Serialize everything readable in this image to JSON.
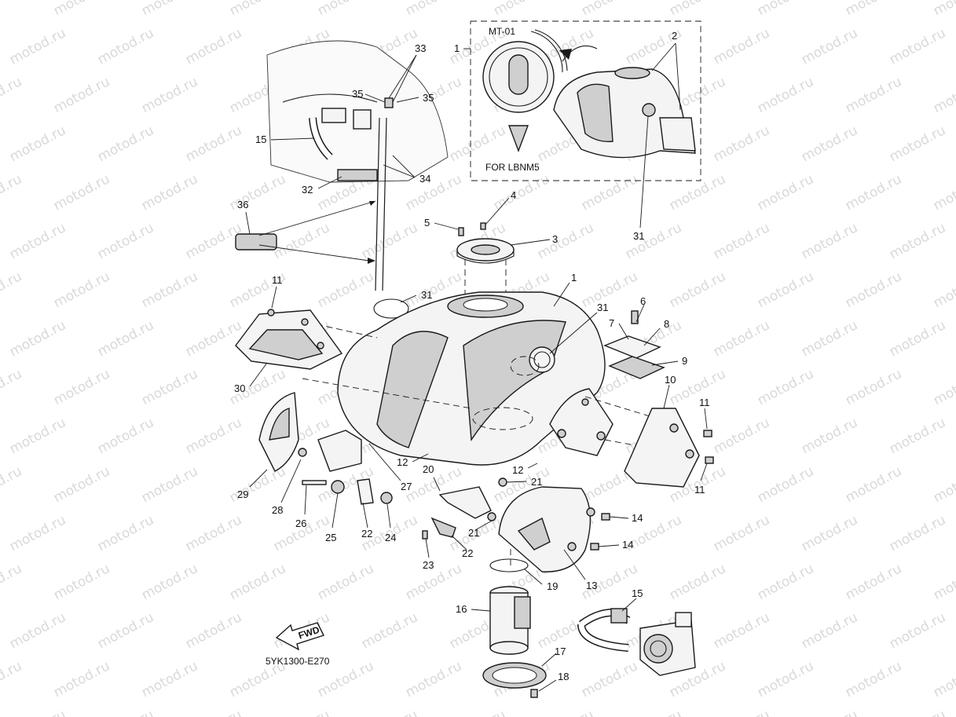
{
  "watermark": {
    "text": "motod.ru",
    "color": "#d9d9d9"
  },
  "diagram_code": "5YK1300-E270",
  "inset_note": "FOR LBNM5",
  "fwd_label": "FWD",
  "inset_emblem_text": "MT-01",
  "callouts": [
    {
      "id": "c1a",
      "text": "1"
    },
    {
      "id": "c2",
      "text": "2"
    },
    {
      "id": "c33",
      "text": "33"
    },
    {
      "id": "c35a",
      "text": "35"
    },
    {
      "id": "c35b",
      "text": "35"
    },
    {
      "id": "c15a",
      "text": "15"
    },
    {
      "id": "c32",
      "text": "32"
    },
    {
      "id": "c34",
      "text": "34"
    },
    {
      "id": "c36",
      "text": "36"
    },
    {
      "id": "c31a",
      "text": "31"
    },
    {
      "id": "c5",
      "text": "5"
    },
    {
      "id": "c4",
      "text": "4"
    },
    {
      "id": "c3",
      "text": "3"
    },
    {
      "id": "c1b",
      "text": "1"
    },
    {
      "id": "c11a",
      "text": "11"
    },
    {
      "id": "c31b",
      "text": "31"
    },
    {
      "id": "c31c",
      "text": "31"
    },
    {
      "id": "c6",
      "text": "6"
    },
    {
      "id": "c7",
      "text": "7"
    },
    {
      "id": "c8",
      "text": "8"
    },
    {
      "id": "c9",
      "text": "9"
    },
    {
      "id": "c30",
      "text": "30"
    },
    {
      "id": "c10",
      "text": "10"
    },
    {
      "id": "c11b",
      "text": "11"
    },
    {
      "id": "c11c",
      "text": "11"
    },
    {
      "id": "c12a",
      "text": "12"
    },
    {
      "id": "c12b",
      "text": "12"
    },
    {
      "id": "c20",
      "text": "20"
    },
    {
      "id": "c21a",
      "text": "21"
    },
    {
      "id": "c27",
      "text": "27"
    },
    {
      "id": "c29",
      "text": "29"
    },
    {
      "id": "c28",
      "text": "28"
    },
    {
      "id": "c26",
      "text": "26"
    },
    {
      "id": "c25",
      "text": "25"
    },
    {
      "id": "c22a",
      "text": "22"
    },
    {
      "id": "c24",
      "text": "24"
    },
    {
      "id": "c21b",
      "text": "21"
    },
    {
      "id": "c22b",
      "text": "22"
    },
    {
      "id": "c23",
      "text": "23"
    },
    {
      "id": "c14a",
      "text": "14"
    },
    {
      "id": "c14b",
      "text": "14"
    },
    {
      "id": "c13",
      "text": "13"
    },
    {
      "id": "c19",
      "text": "19"
    },
    {
      "id": "c16",
      "text": "16"
    },
    {
      "id": "c15b",
      "text": "15"
    },
    {
      "id": "c17",
      "text": "17"
    },
    {
      "id": "c18",
      "text": "18"
    }
  ]
}
